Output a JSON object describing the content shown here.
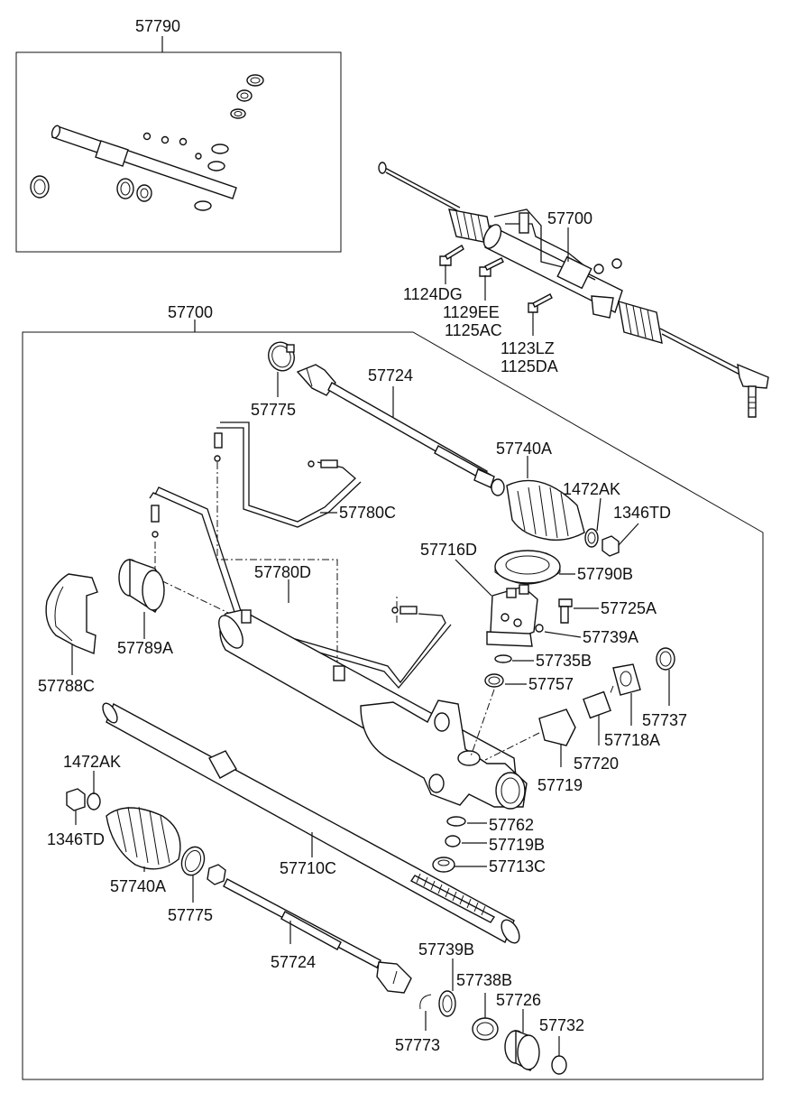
{
  "labels": {
    "kit_57790": "57790",
    "assy_57700_top": "57700",
    "bolt_1124DG": "1124DG",
    "bolt_1129EE": "1129EE",
    "bolt_1125AC": "1125AC",
    "bolt_1123LZ": "1123LZ",
    "bolt_1125DA": "1125DA",
    "assy_57700_main": "57700",
    "clamp_57775_top": "57775",
    "tie_rod_57724_top": "57724",
    "boot_57740A_right": "57740A",
    "band_1472AK_right": "1472AK",
    "nut_1346TD_right": "1346TD",
    "tube_57780C": "57780C",
    "valve_57716D": "57716D",
    "seal_57790B": "57790B",
    "tube_57780D": "57780D",
    "bolt_57725A": "57725A",
    "oring_57739A": "57739A",
    "bush_57789A": "57789A",
    "seal_57735B": "57735B",
    "bracket_57788C": "57788C",
    "ring_57757": "57757",
    "plug_57737": "57737",
    "cover_57718A": "57718A",
    "spring_57720": "57720",
    "yoke_57719": "57719",
    "band_1472AK_left": "1472AK",
    "nut_1346TD_left": "1346TD",
    "ring_57762": "57762",
    "bush_57719B": "57719B",
    "seal_57713C": "57713C",
    "rack_57710C": "57710C",
    "boot_57740A_left": "57740A",
    "clamp_57775_left": "57775",
    "tie_rod_57724_bottom": "57724",
    "oring_57739B": "57739B",
    "bush_57738B": "57738B",
    "bearing_57726": "57726",
    "oring_57732": "57732",
    "snap_57773": "57773"
  }
}
